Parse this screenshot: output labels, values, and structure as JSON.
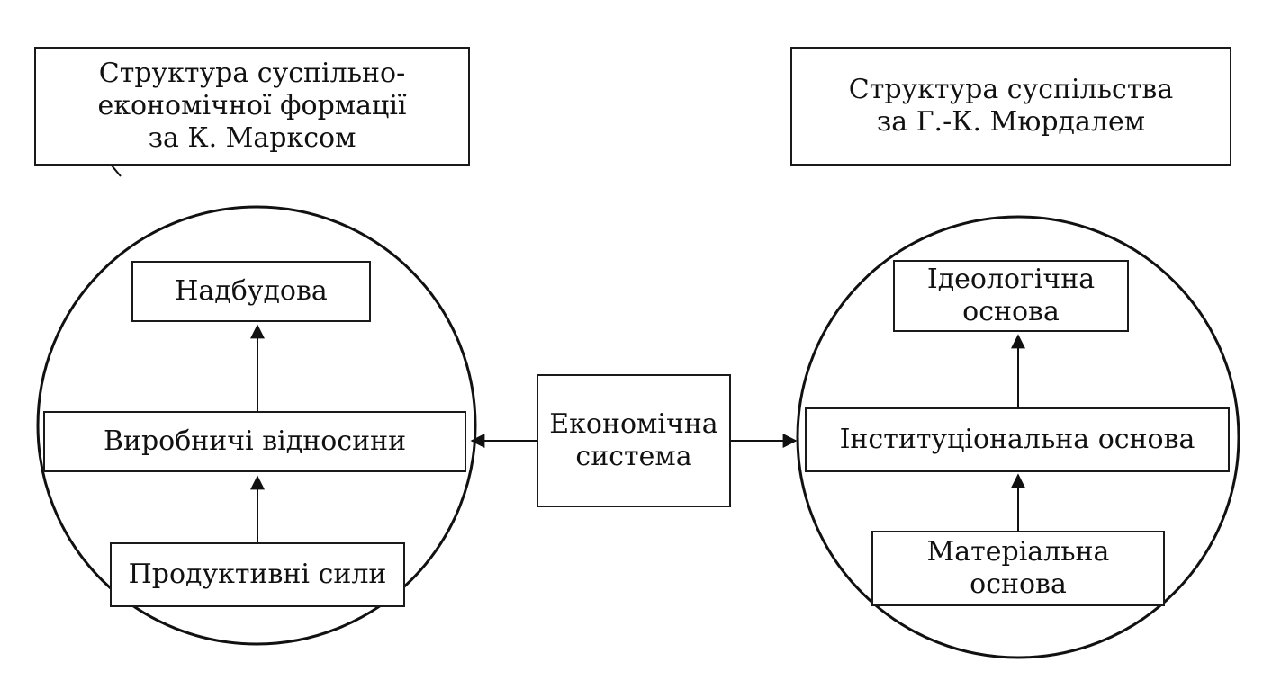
{
  "colors": {
    "ink": "#111111",
    "background": "#ffffff"
  },
  "left": {
    "title": [
      "Структура суспільно-",
      "економічної формації",
      "за К. Марксом"
    ],
    "top": [
      "Надбудова"
    ],
    "middle": [
      "Виробничі відносини"
    ],
    "bottom": [
      "Продуктивні сили"
    ]
  },
  "center": {
    "label": [
      "Економічна",
      "система"
    ]
  },
  "right": {
    "title": [
      "Структура суспільства",
      "за Г.-К. Мюрдалем"
    ],
    "top": [
      "Ідеологічна",
      "основа"
    ],
    "middle": [
      "Інституціональна основа"
    ],
    "bottom": [
      "Матеріальна",
      "основа"
    ]
  }
}
